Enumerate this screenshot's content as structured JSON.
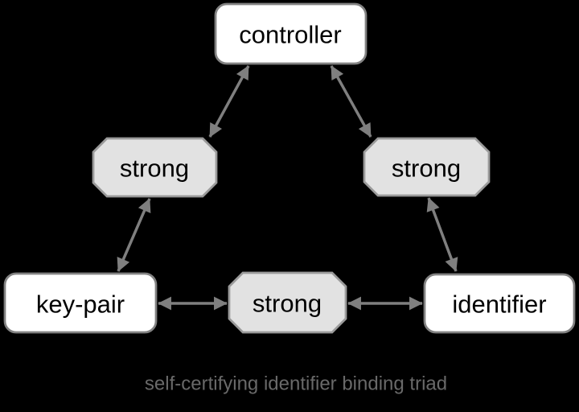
{
  "diagram": {
    "title": "self-certifying identifier binding triad",
    "caption": "self-certifying identifier binding triad",
    "nodes": {
      "controller": {
        "label": "controller",
        "shape": "rounded-rectangle"
      },
      "key_pair": {
        "label": "key-pair",
        "shape": "rounded-rectangle"
      },
      "identifier": {
        "label": "identifier",
        "shape": "rounded-rectangle"
      },
      "strong_left": {
        "label": "strong",
        "shape": "octagon"
      },
      "strong_right": {
        "label": "strong",
        "shape": "octagon"
      },
      "strong_bottom": {
        "label": "strong",
        "shape": "octagon"
      }
    },
    "edges": [
      {
        "from": "controller",
        "to": "strong_left",
        "bidirectional": true
      },
      {
        "from": "controller",
        "to": "strong_right",
        "bidirectional": true
      },
      {
        "from": "strong_left",
        "to": "key_pair",
        "bidirectional": true
      },
      {
        "from": "strong_right",
        "to": "identifier",
        "bidirectional": true
      },
      {
        "from": "key_pair",
        "to": "strong_bottom",
        "bidirectional": true
      },
      {
        "from": "strong_bottom",
        "to": "identifier",
        "bidirectional": true
      }
    ],
    "colors": {
      "background": "#000000",
      "node_fill": "#ffffff",
      "node_border": "#828282",
      "strong_fill": "#e2e2e2",
      "strong_border": "#9a9a9a",
      "arrow": "#7f7f7f",
      "node_text": "#000000",
      "caption_text": "#696969"
    }
  }
}
